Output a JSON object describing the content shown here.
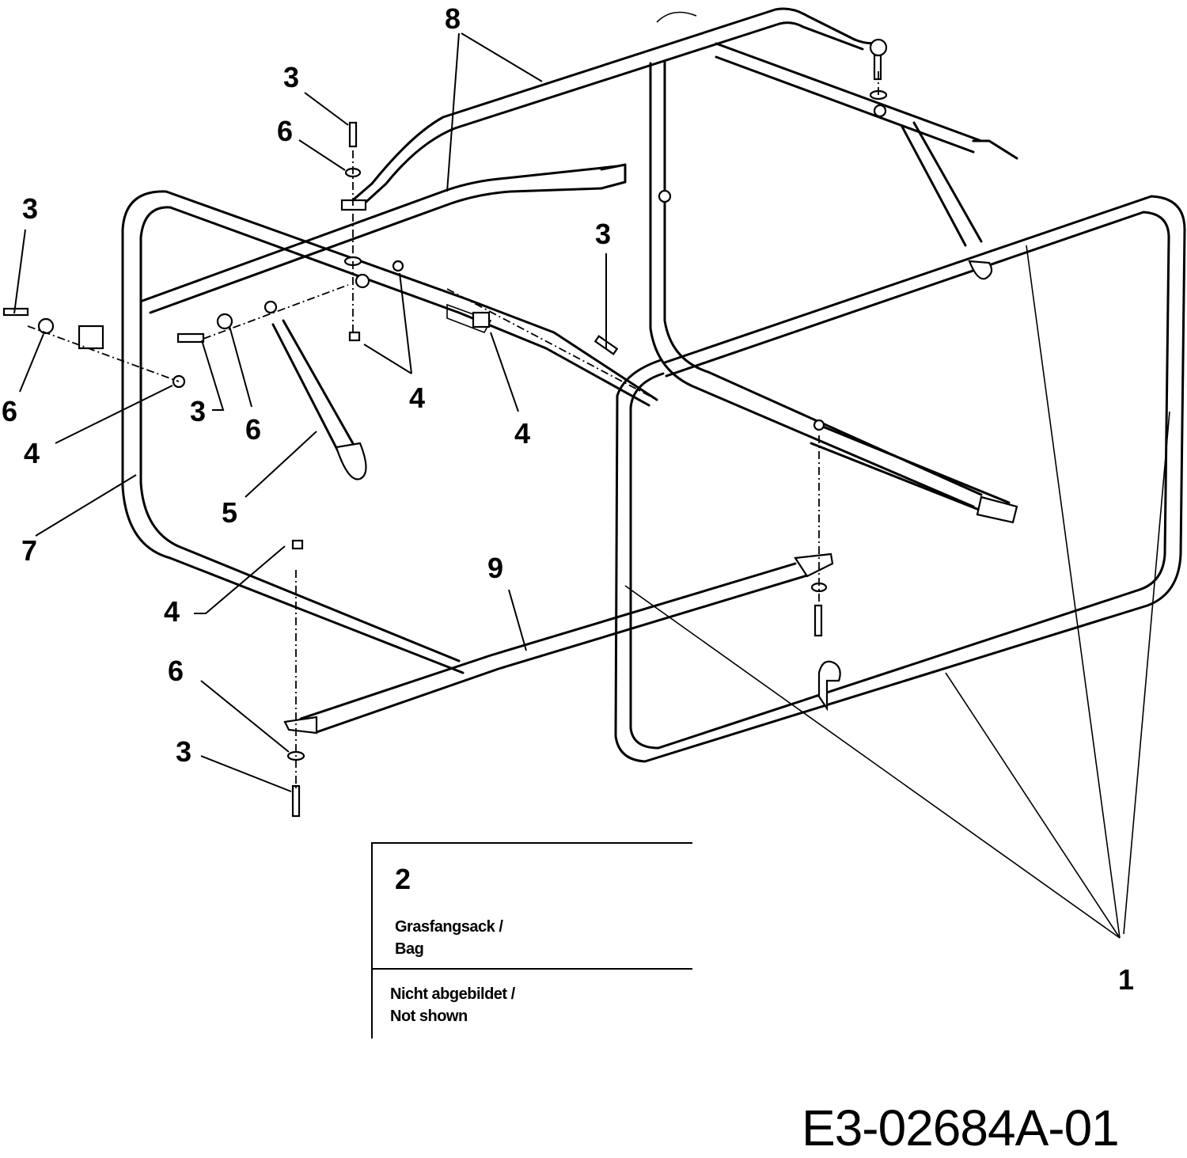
{
  "diagram": {
    "callouts": [
      {
        "id": "c8",
        "label": "8"
      },
      {
        "id": "c3a",
        "label": "3"
      },
      {
        "id": "c6a",
        "label": "6"
      },
      {
        "id": "c3b",
        "label": "3"
      },
      {
        "id": "c6b",
        "label": "6"
      },
      {
        "id": "c4a",
        "label": "4"
      },
      {
        "id": "c3c",
        "label": "3"
      },
      {
        "id": "c6c",
        "label": "6"
      },
      {
        "id": "c5",
        "label": "5"
      },
      {
        "id": "c7",
        "label": "7"
      },
      {
        "id": "c3d",
        "label": "3"
      },
      {
        "id": "c4b",
        "label": "4"
      },
      {
        "id": "c4c",
        "label": "4"
      },
      {
        "id": "c9",
        "label": "9"
      },
      {
        "id": "c4d",
        "label": "4"
      },
      {
        "id": "c6d",
        "label": "6"
      },
      {
        "id": "c3e",
        "label": "3"
      },
      {
        "id": "c1",
        "label": "1"
      }
    ]
  },
  "legend": {
    "part_number": "2",
    "description_line1": "Grasfangsack /",
    "description_line2": "Bag",
    "note_line1": "Nicht abgebildet /",
    "note_line2": "Not shown"
  },
  "drawing_id": "E3-02684A-01"
}
